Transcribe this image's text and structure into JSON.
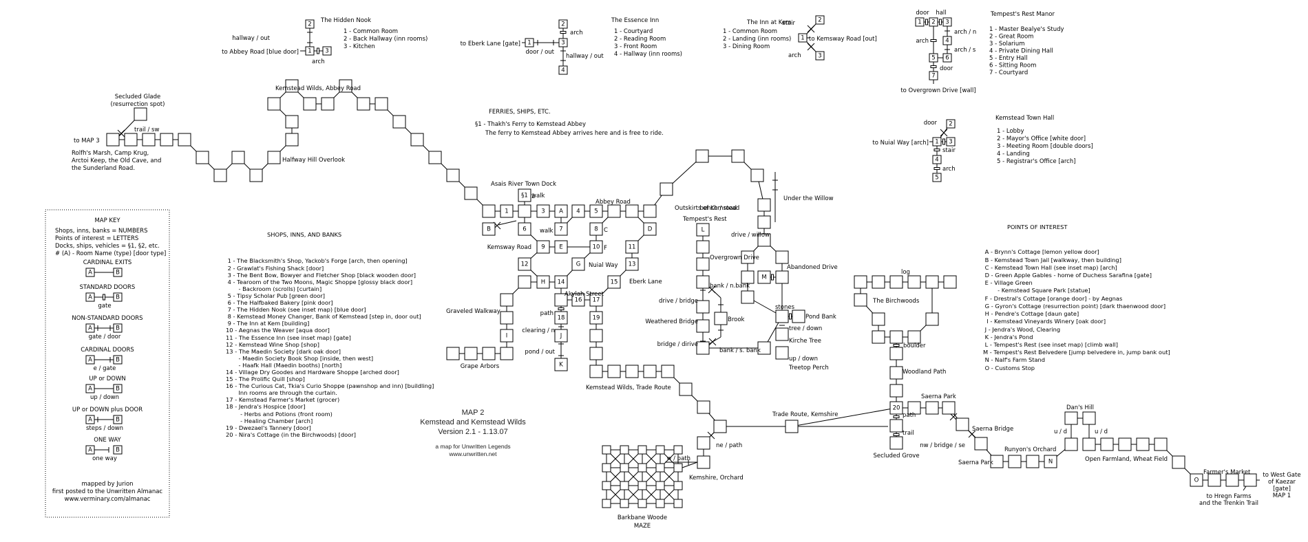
{
  "title": {
    "line1": "MAP 2",
    "line2": "Kemstead and Kemstead Wilds",
    "line3": "Version 2.1 - 1.13.07",
    "line4": "a map for Unwritten Legends",
    "line5": "www.unwritten.net"
  },
  "insets": {
    "hidden_nook": {
      "title": "The Hidden Nook",
      "rooms": [
        "1 - Common Room",
        "2 - Back Hallway (inn rooms)",
        "3 - Kitchen"
      ],
      "labels": {
        "hallway": "hallway / out",
        "exit": "to Abbey Road [blue door]",
        "arch": "arch"
      }
    },
    "essence_inn": {
      "title": "The Essence Inn",
      "rooms": [
        "1 - Courtyard",
        "2 - Reading Room",
        "3 - Front Room",
        "4 - Hallway (inn rooms)"
      ],
      "labels": {
        "exit": "to Eberk Lane [gate]",
        "arch": "arch",
        "door": "door / out",
        "hallway": "hallway / out"
      }
    },
    "inn_at_kem": {
      "title": "The Inn at Kem",
      "rooms": [
        "1 - Common Room",
        "2 - Landing (inn rooms)",
        "3 - Dining Room"
      ],
      "labels": {
        "stair": "stair",
        "arch": "arch",
        "exit": "to Kemsway Road [out]"
      }
    },
    "tempests_rest_manor": {
      "title": "Tempest's Rest Manor",
      "rooms": [
        "1 - Master Bealye's Study",
        "2 - Great Room",
        "3 - Solarium",
        "4 - Private Dining Hall",
        "5 - Entry Hall",
        "6 - Sitting Room",
        "7 - Courtyard"
      ],
      "labels": {
        "door": "door",
        "hall": "hall",
        "arch": "arch",
        "arch_n": "arch / n",
        "arch_s": "arch / s",
        "door2": "door",
        "exit": "to Overgrown Drive [wall]"
      }
    },
    "town_hall": {
      "title": "Kemstead Town Hall",
      "rooms": [
        "1 - Lobby",
        "2 - Mayor's Office [white door]",
        "3 - Meeting Room [double doors]",
        "4 - Landing",
        "5 - Registrar's Office [arch]"
      ],
      "labels": {
        "door": "door",
        "stair": "stair",
        "arch": "arch",
        "exit": "to Nuial Way [arch]"
      }
    }
  },
  "ferries": {
    "title": "FERRIES, SHIPS, ETC.",
    "line1": "§1 - Thakh's Ferry to Kemstead Abbey",
    "line2": "The ferry to Kemstead Abbey arrives here and is free to ride."
  },
  "map_key": {
    "title": "MAP KEY",
    "lines": [
      "Shops, inns, banks = NUMBERS",
      "Points of interest = LETTERS",
      "Docks, ships, vehicles = §1, §2, etc.",
      "# (A) - Room Name (type) [door type]"
    ],
    "sections": [
      {
        "title": "CARDINAL EXITS",
        "caption": ""
      },
      {
        "title": "STANDARD  DOORS",
        "caption": "gate"
      },
      {
        "title": "NON-STANDARD DOORS",
        "caption": "gate / door"
      },
      {
        "title": "CARDINAL DOORS",
        "caption": "e / gate"
      },
      {
        "title": "UP or DOWN",
        "caption": "up / down"
      },
      {
        "title": "UP or DOWN plus  DOOR",
        "caption": "steps / down"
      },
      {
        "title": "ONE WAY",
        "caption": "one way"
      }
    ],
    "a": "A",
    "b": "B",
    "credits": [
      "mapped by Jurion",
      "first posted to the Unwritten Almanac",
      "www.verminary.com/almanac"
    ]
  },
  "shops": {
    "title": "SHOPS, INNS, AND BANKS",
    "items": [
      " 1 - The Blacksmith's Shop, Yackob's Forge [arch, then opening]",
      " 2 - Grawlat's Fishing Shack [door]",
      " 3 - The Bent Bow, Bowyer and Fletcher Shop [black wooden door]",
      " 4 - Tearoom of the Two Moons, Magic Shoppe [glossy black door]",
      "       - Backroom (scrolls) [curtain]",
      " 5 - Tipsy Scholar Pub [green door]",
      " 6 - The Halfbaked Bakery [pink door]",
      " 7 - The Hidden Nook (see inset map) [blue door]",
      " 8 - Kemstead Money Changer, Bank of Kemstead [step in, door out]",
      " 9 - The Inn at Kem [building]",
      "10 - Aegnas the Weaver [aqua door]",
      "11 - The Essence Inn (see inset map) [gate]",
      "12 - Kemstead Wine Shop [shop]",
      "13 - The Maedin Society [dark oak door]",
      "       - Maedin Society Book Shop [inside, then west]",
      "       - Haafk Hall (Maedin booths) [north]",
      "14 - Village Dry Goodes and Hardware Shoppe [arched door]",
      "15 - The Prolific Quill [shop]",
      "16 - The Curious Cat, Tkia's Curio Shoppe (pawnshop and inn) [buildling]",
      "       Inn rooms are through the curtain.",
      "17 - Kemstead Farmer's Market (grocer)",
      "18 - Jendra's Hospice [door]",
      "        - Herbs and Potions (front room)",
      "        - Healing Chamber [arch]",
      "19 - Dwezael's Tannery [door]",
      "20 - Nira's Cottage (in the Birchwoods) [door]"
    ]
  },
  "poi": {
    "title": "POINTS OF INTEREST",
    "items": [
      " A - Brynn's Cottage [lemon yellow door]",
      " B - Kemstead Town Jail [walkway, then building]",
      " C - Kemstead Town Hall (see inset map) [arch]",
      " D - Green Apple Gables - home of Duchess Sarafina [gate]",
      " E - Village Green",
      "        - Kemstead Square Park [statue]",
      " F - Drestral's Cottage [orange door] - by Aegnas",
      " G - Gyron's Cottage (resurrection point) [dark thaenwood door]",
      " H - Pendre's Cottage [daun gate]",
      "  I - Kemstead Vineyards Winery [oak door]",
      " J - Jendra's Wood, Clearing",
      " K - Jendra's Pond",
      " L - Tempest's Rest (see inset map) [climb wall]",
      "M - Tempest's Rest Belvedere [jump belvedere in, jump bank out]",
      " N - Nalf's Farm Stand",
      " O - Customs Stop"
    ]
  },
  "areas": {
    "secluded_glade": "Secluded Glade",
    "resurrection": "(resurrection spot)",
    "trail_sw": "trail / sw",
    "to_map3": "to MAP 3",
    "rolfh1": "Rolfh's Marsh, Camp Krug,",
    "rolfh2": "Arctoi Keep, the Old Cave, and",
    "rolfh3": "the Sunderland Road.",
    "wilds_abbey": "Kemstead Wilds, Abbey Road",
    "halfway": "Halfway Hill Overlook",
    "dock": "Asais River Town Dock",
    "walk": "walk",
    "abbey_road": "Abbey Road",
    "kemsway": "Kemsway Road",
    "nuial": "Nuial Way",
    "eberk": "Eberk Lane",
    "akylah": "Akylah Street",
    "graveled": "Graveled Walkway",
    "grape": "Grape Arbors",
    "path": "path",
    "clearing": "clearing / n",
    "pond_out": "pond / out",
    "outskirts": "Outskirts of Kemstead",
    "bench": "bench / road",
    "willow": "Under the Willow",
    "drive_willow": "drive / willow",
    "abandoned": "Abandoned Drive",
    "tempest": "Tempest's Rest",
    "overgrown": "Overgrown Drive",
    "bank_n": "bank / n.bank",
    "drive_bridge": "drive / bridge",
    "weathered": "Weathered Bridge",
    "brook": "Brook",
    "bridge_drive": "bridge / dirive",
    "bank_s": "bank / s. bank",
    "stones": "stones",
    "pond_bank": "Pond Bank",
    "tree_down": "tree / down",
    "kirche": "Kirche Tree",
    "up_down": "up / down",
    "treetop": "Treetop Perch",
    "wilds_trade": "Kemstead Wilds, Trade Route",
    "trade_kemshire": "Trade Route, Kemshire",
    "ne_path": "ne / path",
    "w_path": "w / path",
    "kemshire": "Kemshire, Orchard",
    "barkbane": "Barkbane Woode",
    "maze": "MAZE",
    "log": "log",
    "birchwoods": "The Birchwoods",
    "boulder": "boulder",
    "woodland": "Woodland Path",
    "saerna_park": "Saerna Park",
    "path20": "path",
    "trail": "trail",
    "secluded_grove": "Secluded Grove",
    "saerna_bridge": "Saerna Bridge",
    "nw_bridge": "nw / bridge / se",
    "saerna_park2": "Saerna Park",
    "runyon": "Runyon's Orchard",
    "dans_hill": "Dan's Hill",
    "ud": "u / d",
    "open_farm": "Open Farmland, Wheat Field",
    "farmers_market": "Farmer's Market",
    "hregn1": "to Hregn Farms",
    "hregn2": "and the Trenkin Trail",
    "west_gate1": "to West Gate",
    "west_gate2": "of Kaezar",
    "west_gate3": "[gate]",
    "west_gate4": "MAP 1"
  }
}
